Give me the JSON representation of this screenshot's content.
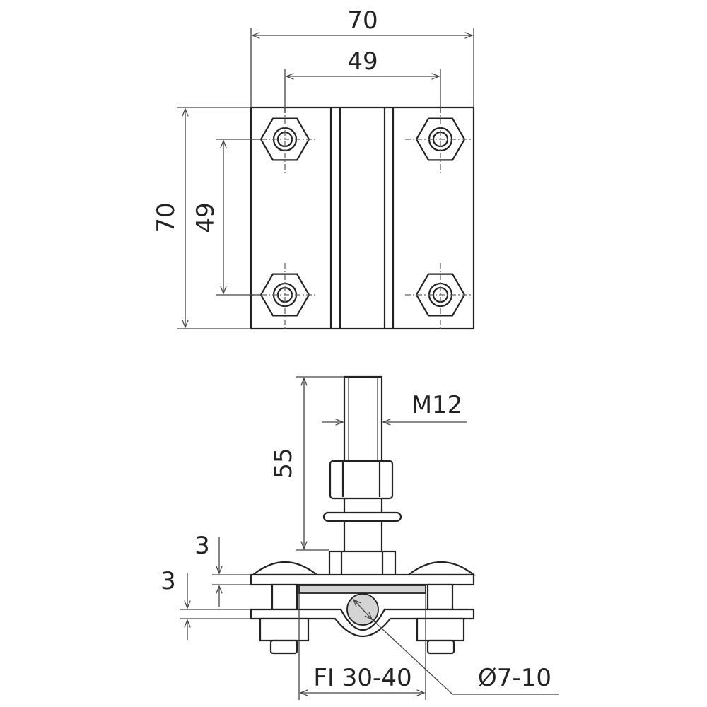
{
  "top_view": {
    "width_overall": "70",
    "width_holes": "49",
    "height_overall": "70",
    "height_holes": "49"
  },
  "side_view": {
    "thread": "M12",
    "bolt_length": "55",
    "upper_plate_thickness": "3",
    "lower_plate_thickness": "3",
    "flat_range": "FI 30-40",
    "round_range": "Ø7-10"
  },
  "colors": {
    "line": "#222222",
    "fill": "#d4d4d4"
  }
}
